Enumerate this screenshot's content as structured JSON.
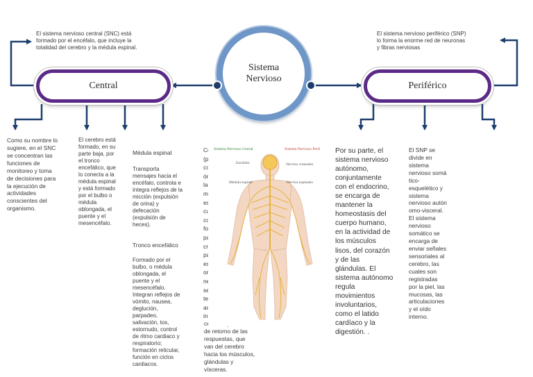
{
  "center": {
    "title": "Sistema\nNervioso"
  },
  "central": {
    "label": "Central",
    "definition": "El sistema nervioso central (SNC) está\nformado por el encéfalo, que incluye la\ntotalidad del cerebro y la médula espinal.",
    "col1": "Como su nombre lo\nsugiere, en el SNC\nse concentran las\nfunciones de\nmonitoreo y toma\nde decisiones para\nla ejecución de\nactividades\nconscientes del\norganismo.",
    "col2": "El cerebro está\nformado, en su\nparte baja, por\nel tronco\nencefálico, que\nlo conecta a la\nmédula espinal\ny está formado\npor el bulbo o\nmédula\noblongada, el\npuente y el\nmesencéfalo.",
    "medula_title": "Médula espinal",
    "medula_text": "Transporta\nmensajes hacia el\nencéfalo, controla e\nintegra reflejos de la\nmicción  (expulsión\nde orina) y\ndefecación\n(expulsión de\nheces).",
    "tronco_title": "Tronco encefálico",
    "tronco_text": "Formado por el\nbulbo, o médula\noblongada, el\npuente y el\nmesencéfalo.\nIntegran reflejos de\nvómito, nausea,\ndeglución,\nparpadeo,\nsalivación, tos,\nestornudo, control\nde ritmo cardiaco y\nrespiratorio;\nformación reticular,\nfunción en ciclos\ncardiacos."
  },
  "middle_clipped": {
    "letters": "Co\n(p\nco\nór\nla\nmu\nes\ncu\nco\nfo\npa\ncr\npa\nes\nor\nne\nse\nte\nac\ninf",
    "text": "cerebro, y una vía\nde retorno de las\nrespuestas, que\nvan del cerebro\nhacia los músculos,\nglándulas y\nvísceras."
  },
  "illustration": {
    "label_central": "Sistema Nervioso Central",
    "label_periferico": "Sistema Nervioso Perif",
    "label_encefalo": "Encéfalo",
    "label_medula": "Médula espinal",
    "label_nervios_craneales": "Nervios craneales",
    "label_nervios_espinales": "Nervios espinales"
  },
  "periferico": {
    "label": "Periférico",
    "definition": "El sistema nervioso periférico (SNP)\nlo forma la enorme red de neuronas\ny fibras nerviosas",
    "col1": "Por su parte, el\nsistema nervioso\nautónomo,\nconjuntamente\ncon el endocrino,\nse encarga de\nmantener la\nhomeostasis del\ncuerpo humano,\nen la actividad de\nlos músculos\nlisos, del corazón\ny de las\nglándulas. El\nsistema autónomo\nregula\nmovimientos\ninvoluntarios,\ncomo el latido\ncardíaco y la\ndigestión. .",
    "col2": "El SNP se\ndivide en\nsistema\nnervioso somá\ntico-\nesquelético y\nsistema\nnervioso autón\nomo-visceral.\nEl sistema\nnervioso\nsomático se\nencarga de\nenviar señales\nsensoriales al\ncerebro, las\ncuales son\nregistradas\npor la piel, las\nmucosas, las\narticulaciones\ny el oído\ninterno."
  },
  "colors": {
    "pill_border": "#5b2a87",
    "circle_ring": "#6e96c6",
    "arrow": "#1c3d6d"
  }
}
